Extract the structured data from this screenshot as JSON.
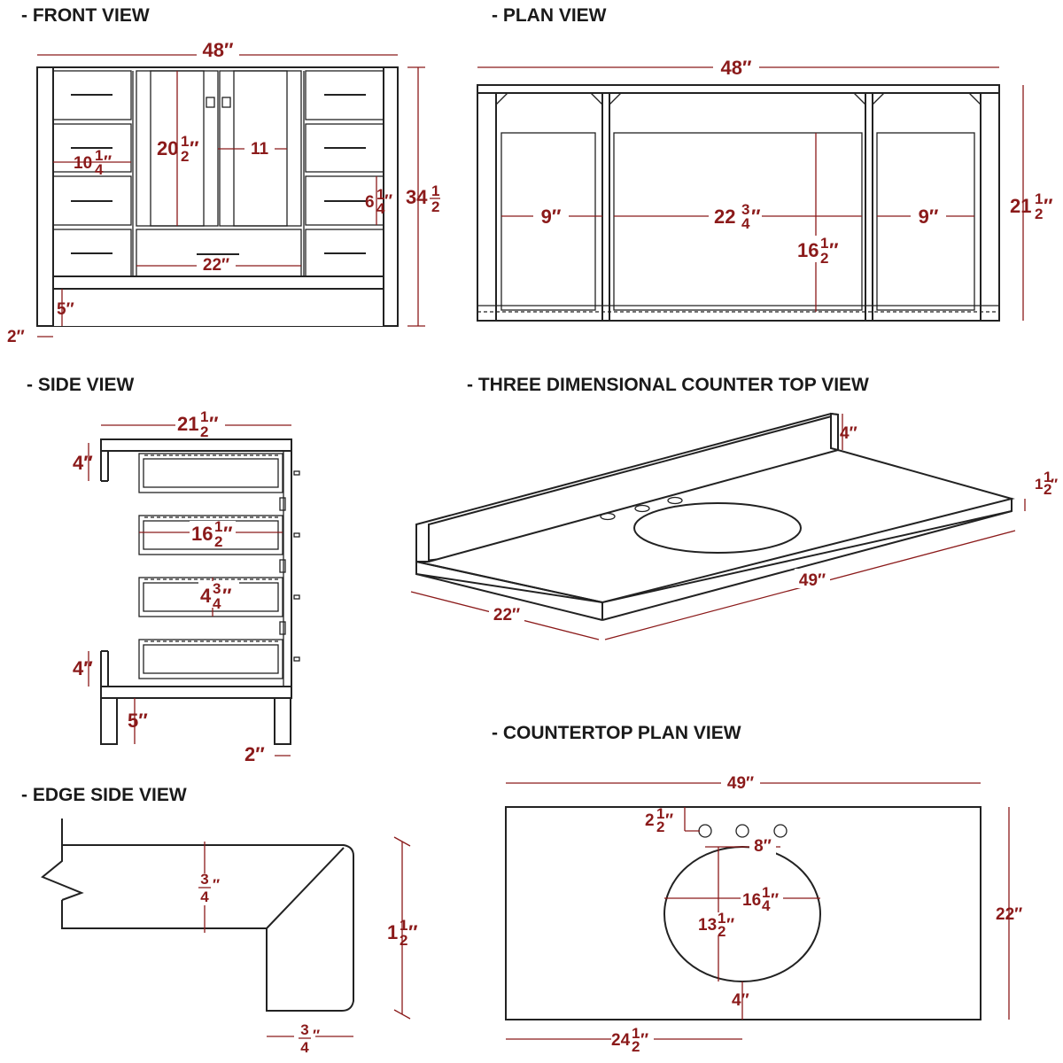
{
  "titles": {
    "front": "- FRONT VIEW",
    "plan": "- PLAN VIEW",
    "side": "- SIDE VIEW",
    "three_d": "- THREE DIMENSIONAL COUNTER TOP VIEW",
    "edge": "- EDGE SIDE VIEW",
    "countertop_plan": "- COUNTERTOP PLAN VIEW"
  },
  "front": {
    "width": "48″",
    "height": "34",
    "drawer_w": "10",
    "door_h": "20",
    "door_w": "11",
    "drawer_h": "6",
    "center_drawer": "22″",
    "toe": "5″",
    "leg": "2″"
  },
  "plan": {
    "width": "48″",
    "left": "9″",
    "center": "22",
    "right": "9″",
    "depth": "16",
    "height": "21"
  },
  "side": {
    "depth": "21",
    "splash": "4″",
    "inner": "16",
    "drawer_h": "4",
    "splash2": "4″",
    "toe": "5″",
    "leg": "2″"
  },
  "three_d": {
    "splash": "4″",
    "thick": "1",
    "length": "49″",
    "depth": "22″"
  },
  "edge": {
    "top": "3",
    "height": "1",
    "bottom": "3"
  },
  "ctop": {
    "width": "49″",
    "depth": "22″",
    "faucet": "2",
    "spread": "8″",
    "bowl_w": "16",
    "bowl_d": "13",
    "front": "4″",
    "center": "24"
  },
  "fractions": {
    "half_n": "1",
    "half_d": "2",
    "quarter_n": "1",
    "quarter_d": "4",
    "threeq_n": "3",
    "threeq_d": "4",
    "sym": "″"
  }
}
